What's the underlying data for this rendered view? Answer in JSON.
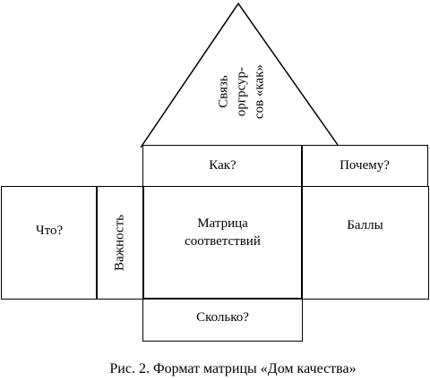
{
  "diagram": {
    "roof_label": "Связь оргрсур- сов «как»",
    "roof_lines": [
      "Связь",
      "оргрсур-",
      "сов «как»"
    ],
    "how": "Как?",
    "why": "Почему?",
    "what": "Что?",
    "importance": "Важность",
    "matrix_line1": "Матрица",
    "matrix_line2": "соответствий",
    "scores": "Баллы",
    "how_much": "Сколько?",
    "caption": "Рис. 2. Формат матрицы «Дом качества»"
  }
}
